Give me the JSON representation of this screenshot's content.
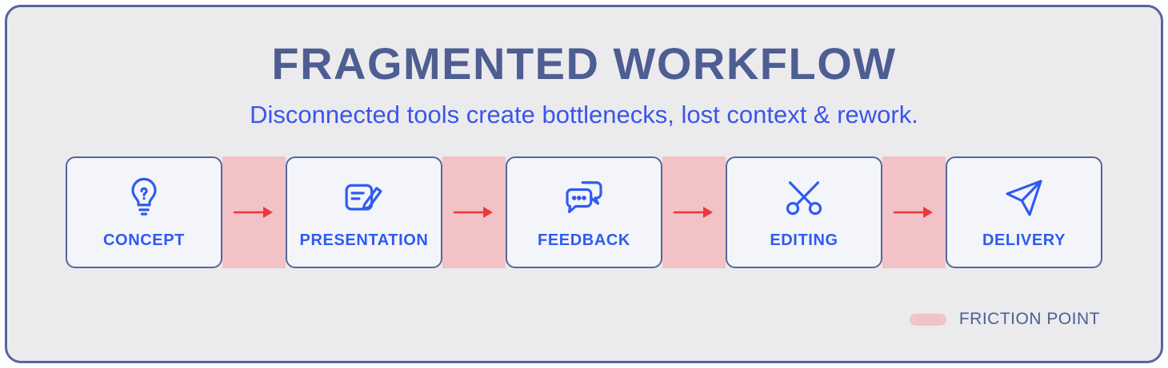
{
  "header": {
    "title": "FRAGMENTED WORKFLOW",
    "subtitle": "Disconnected tools create bottlenecks, lost context & rework."
  },
  "flow": {
    "steps": [
      {
        "label": "CONCEPT",
        "icon": "lightbulb-icon"
      },
      {
        "label": "PRESENTATION",
        "icon": "document-edit-icon"
      },
      {
        "label": "FEEDBACK",
        "icon": "chat-bubbles-icon"
      },
      {
        "label": "EDITING",
        "icon": "scissors-icon"
      },
      {
        "label": "DELIVERY",
        "icon": "paper-plane-icon"
      }
    ]
  },
  "legend": {
    "label": "FRICTION POINT"
  },
  "colors": {
    "background": "#ebebee",
    "border": "#55659e",
    "title": "#4e5e92",
    "subtitle": "#3c56e8",
    "box_bg": "#f4f5fa",
    "box_border": "#55659e",
    "accent_blue": "#2e5bf0",
    "friction_pink": "#f2c2c6",
    "arrow_red": "#e8393f"
  }
}
